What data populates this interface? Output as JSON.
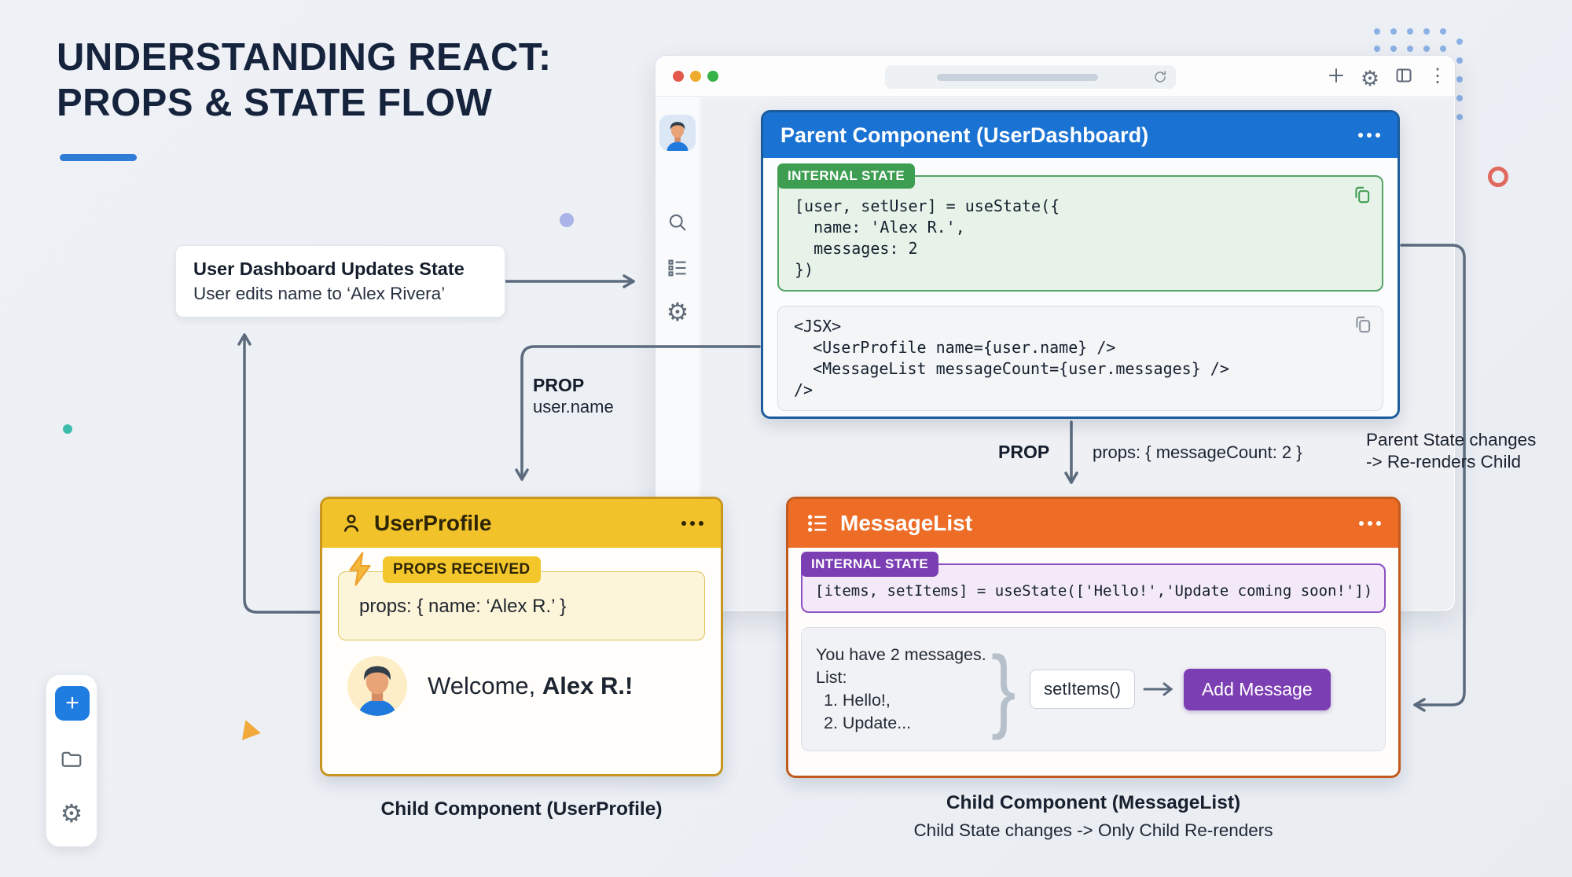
{
  "page": {
    "title_line1": "UNDERSTANDING REACT:",
    "title_line2": "PROPS & STATE FLOW"
  },
  "colors": {
    "accent_blue": "#1a72d3",
    "accent_green": "#3d9e52",
    "accent_yellow": "#f1c22a",
    "accent_orange": "#ed6d27",
    "accent_purple": "#7c3eb3",
    "arrow_gray": "#5b6a7d",
    "traffic_red": "#e4574b",
    "traffic_yellow": "#eeab2d",
    "traffic_green": "#35b348",
    "ring_red": "#e0695f",
    "dot_teal": "#3ebcab",
    "dot_purple": "#aab4e8"
  },
  "icons": {
    "gear_glyph": "⚙",
    "vdots_glyph": "⋮",
    "plus_glyph": "+",
    "brace_glyph": "}"
  },
  "callout": {
    "title": "User Dashboard Updates State",
    "subtitle": "User edits name to ‘Alex Rivera’"
  },
  "parent_card": {
    "title": "Parent Component (UserDashboard)",
    "state_badge": "INTERNAL STATE",
    "state_code": "[user, setUser] = useState({\n  name: 'Alex R.',\n  messages: 2\n})",
    "jsx_code": "<JSX>\n  <UserProfile name={user.name} />\n  <MessageList messageCount={user.messages} />\n/>"
  },
  "prop_left": {
    "label": "PROP",
    "value": "user.name"
  },
  "prop_right": {
    "label": "PROP",
    "value": "props: { messageCount: 2 }"
  },
  "side_note": {
    "line1": "Parent State changes",
    "line2": "-> Re-renders Child"
  },
  "user_profile": {
    "title": "UserProfile",
    "badge": "PROPS RECEIVED",
    "props_code": "props: { name: ‘Alex R.’ }",
    "welcome_prefix": "Welcome, ",
    "welcome_name": "Alex R.!",
    "caption": "Child Component (UserProfile)"
  },
  "message_list": {
    "title": "MessageList",
    "badge": "INTERNAL STATE",
    "state_code": "[items, setItems] = useState(['Hello!','Update coming soon!'])",
    "render_lines": [
      "You have 2 messages.",
      "List:",
      "1. Hello!,",
      "2. Update..."
    ],
    "fn_label": "setItems()",
    "button": "Add Message",
    "caption": "Child Component (MessageList)",
    "caption2": "Child State changes -> Only Child Re-renders"
  }
}
